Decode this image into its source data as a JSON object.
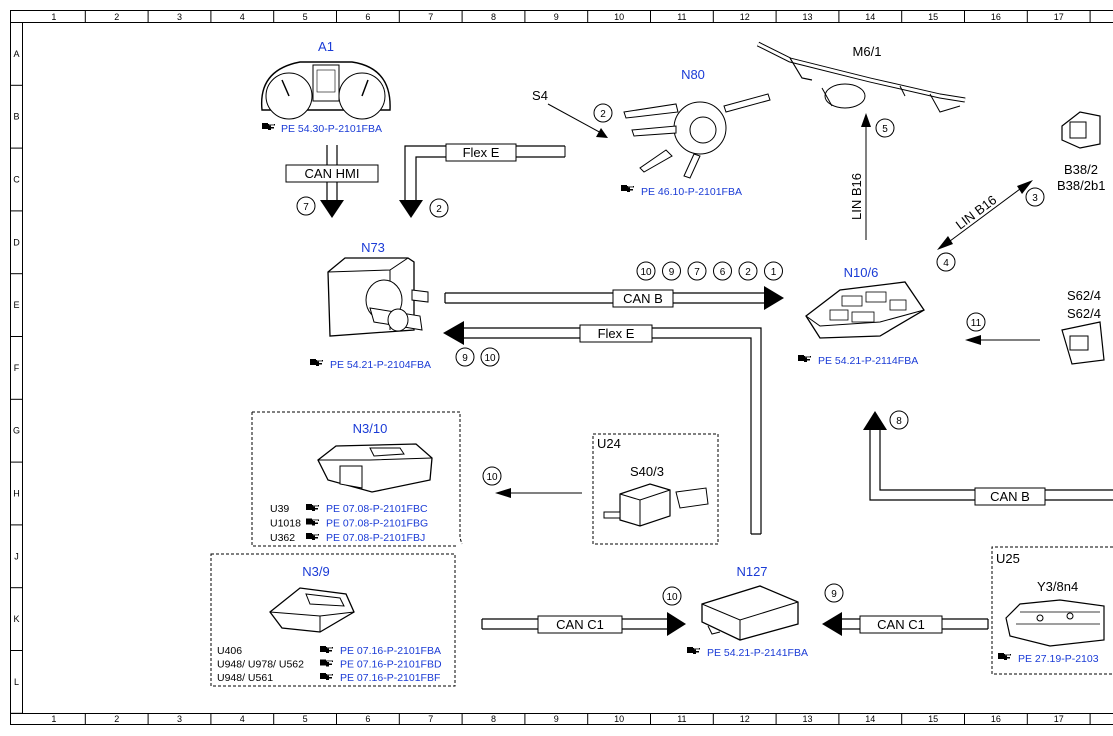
{
  "grid": {
    "columns": [
      "1",
      "2",
      "3",
      "4",
      "5",
      "6",
      "7",
      "8",
      "9",
      "10",
      "11",
      "12",
      "13",
      "14",
      "15",
      "16",
      "17"
    ],
    "rows": [
      "A",
      "B",
      "C",
      "D",
      "E",
      "F",
      "G",
      "H",
      "J",
      "K",
      "L"
    ]
  },
  "components": {
    "a1": {
      "name": "A1",
      "ref": "PE 54.30-P-2101FBA"
    },
    "n80": {
      "name": "N80",
      "ref": "PE 46.10-P-2101FBA"
    },
    "s4": {
      "name": "S4"
    },
    "m61": {
      "name": "M6/1"
    },
    "b382": {
      "name": "B38/2",
      "name2": "B38/2b1"
    },
    "n73": {
      "name": "N73",
      "ref": "PE 54.21-P-2104FBA"
    },
    "n106": {
      "name": "N10/6",
      "ref": "PE 54.21-P-2114FBA"
    },
    "s624": {
      "name": "S62/4",
      "name2": "S62/4"
    },
    "n310": {
      "name": "N3/10",
      "rows": [
        {
          "code": "U39",
          "ref": "PE 07.08-P-2101FBC"
        },
        {
          "code": "U1018",
          "ref": "PE 07.08-P-2101FBG"
        },
        {
          "code": "U362",
          "ref": "PE 07.08-P-2101FBJ"
        }
      ]
    },
    "u24": {
      "box": "U24",
      "name": "S40/3"
    },
    "n39": {
      "name": "N3/9",
      "rows": [
        {
          "code": "U406",
          "ref": "PE 07.16-P-2101FBA"
        },
        {
          "code": "U948/ U978/ U562",
          "ref": "PE 07.16-P-2101FBD"
        },
        {
          "code": "U948/ U561",
          "ref": "PE 07.16-P-2101FBF"
        }
      ]
    },
    "n127": {
      "name": "N127",
      "ref": "PE 54.21-P-2141FBA"
    },
    "u25": {
      "box": "U25",
      "name": "Y3/8n4",
      "ref": "PE 27.19-P-2103"
    }
  },
  "buses": {
    "can_hmi": "CAN HMI",
    "flex_e_top": "Flex E",
    "can_b": "CAN B",
    "flex_e": "Flex E",
    "lin_b16_vertical": "LIN B16",
    "lin_b16_diag": "LIN B16",
    "can_b_bottom": "CAN B",
    "can_c1_left": "CAN C1",
    "can_c1_right": "CAN C1"
  },
  "badges": {
    "b7": "7",
    "b2a": "2",
    "b2s4": "2",
    "b5": "5",
    "b3": "3",
    "b4": "4",
    "canb": [
      "10",
      "9",
      "7",
      "6",
      "2",
      "1"
    ],
    "flex": [
      "9",
      "10"
    ],
    "b11": "11",
    "b8": "8",
    "b10h": "10",
    "b10k": "10",
    "b9k": "9"
  },
  "ref_icon": "pointing-hand-book-icon"
}
